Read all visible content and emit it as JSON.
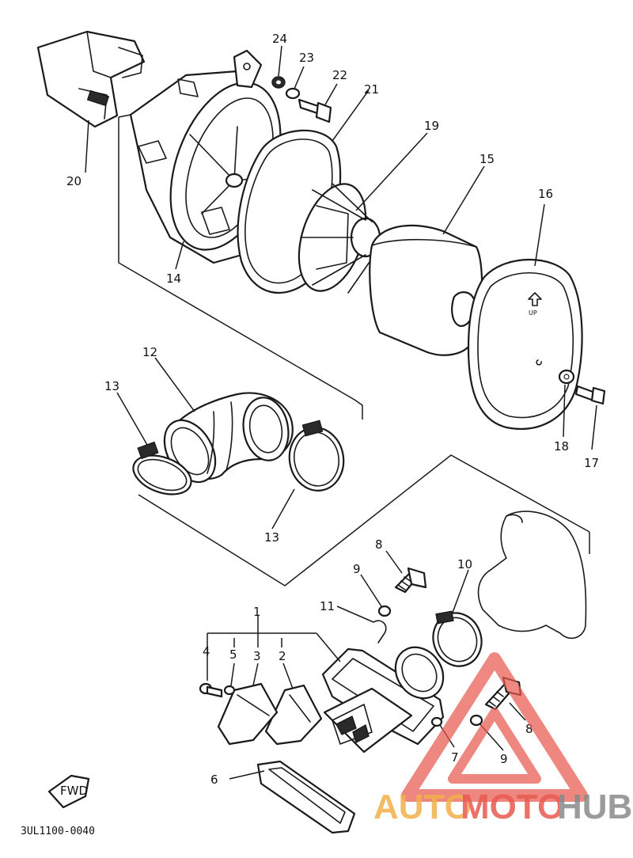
{
  "diagram": {
    "code": "3UL1100-0040",
    "fwd_label": "FWD",
    "up_label": "UP"
  },
  "callouts": {
    "c1": "1",
    "c2": "2",
    "c3": "3",
    "c4": "4",
    "c5": "5",
    "c6": "6",
    "c7": "7",
    "c8a": "8",
    "c8b": "8",
    "c9a": "9",
    "c9b": "9",
    "c10": "10",
    "c11": "11",
    "c12": "12",
    "c13a": "13",
    "c13b": "13",
    "c14": "14",
    "c15": "15",
    "c16": "16",
    "c17": "17",
    "c18": "18",
    "c19": "19",
    "c20": "20",
    "c21": "21",
    "c22": "22",
    "c23": "23",
    "c24": "24"
  },
  "watermark": {
    "word_a": "AUTO",
    "word_b": "MOTO",
    "word_c": "HUB",
    "color_primary": "#e85a50",
    "color_secondary": "#f2b04a",
    "color_dark": "#8a8a8a"
  }
}
